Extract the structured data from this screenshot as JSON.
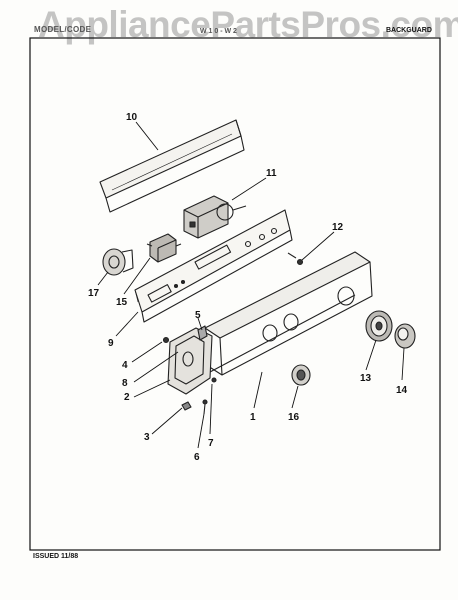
{
  "header": {
    "left": "MODEL/CODE",
    "middle": "W 1 0 - W 2",
    "right": "BACKGUARD"
  },
  "watermark": "AppliancePartsPros.com",
  "footer": "ISSUED 11/88",
  "callouts": [
    "10",
    "11",
    "12",
    "17",
    "15",
    "9",
    "5",
    "4",
    "8",
    "2",
    "3",
    "6",
    "7",
    "1",
    "16",
    "13",
    "14"
  ]
}
